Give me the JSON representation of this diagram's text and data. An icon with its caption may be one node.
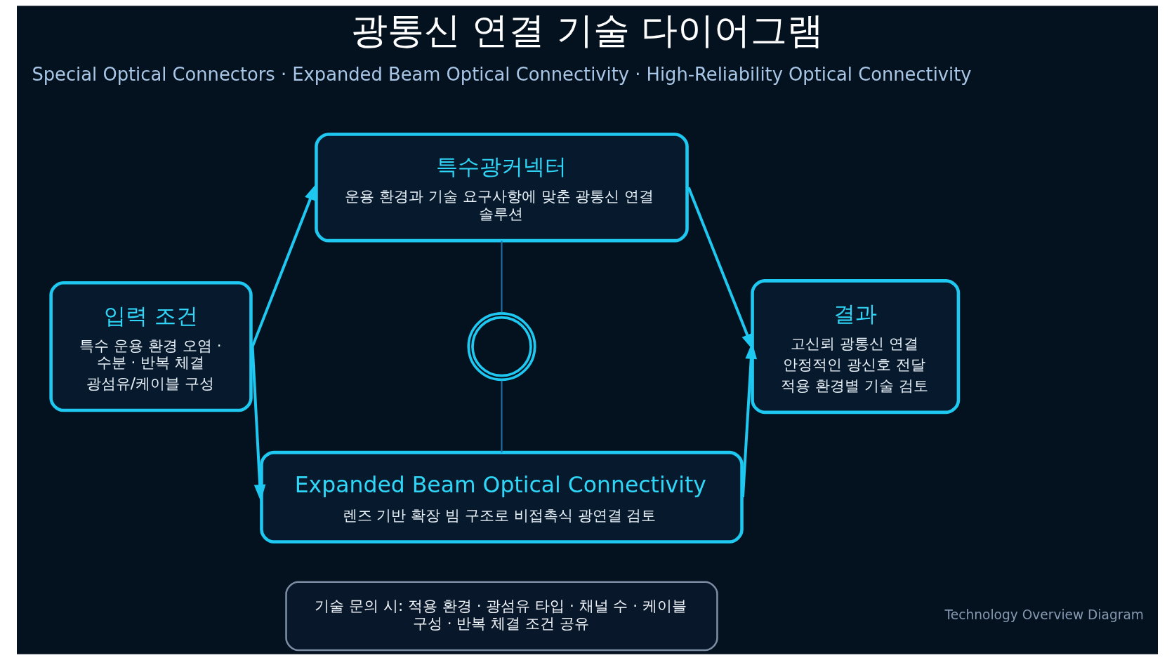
{
  "diagram": {
    "title": "광통신 연결 기술 다이어그램",
    "nodes": [
      {
        "text": [
          "입력 조건",
          "특수 운용 환경 오염 · 수분 · 반복 체결",
          "광섬유/케이블 구성"
        ]
      },
      {
        "text": [
          "특수광커넥터",
          "운용 환경과 기술 요구사항에 맞춘 광통신 연결 솔루션"
        ]
      },
      {
        "text": [
          "Expanded Beam Optical Connectivity",
          "렌즈 기반 확장 빔 구조로 비접촉식 광연결 검토"
        ]
      },
      {
        "text": [
          "결과",
          "고신뢰 광통신 연결",
          "안정적인 광신호 전달",
          "적용 환경별 기술 검토"
        ]
      },
      {
        "text": [
          "기술 문의 시: 적용 환경 · 광섬유 타입 · 채널 수 · 케이블 구성 · 반복 체결 조건 공유"
        ]
      },
      {
        "text": [],
        "shape": "circle"
      }
    ],
    "edges": [
      {
        "from": 0,
        "to": 1,
        "arrow": "to"
      },
      {
        "from": 0,
        "to": 2,
        "arrow": "to"
      },
      {
        "from": 1,
        "to": 3,
        "arrow": "to"
      },
      {
        "from": 2,
        "to": 3,
        "arrow": "to"
      },
      {
        "from": 1,
        "to": 5,
        "arrow": "none",
        "color": "#1f73a8"
      },
      {
        "from": 5,
        "to": 2,
        "arrow": "none",
        "color": "#1f73a8"
      }
    ],
    "labels": [
      "Special Optical Connectors · Expanded Beam Optical Connectivity · High-Reliability Optical Connectivity",
      "Technology Overview Diagram"
    ]
  }
}
